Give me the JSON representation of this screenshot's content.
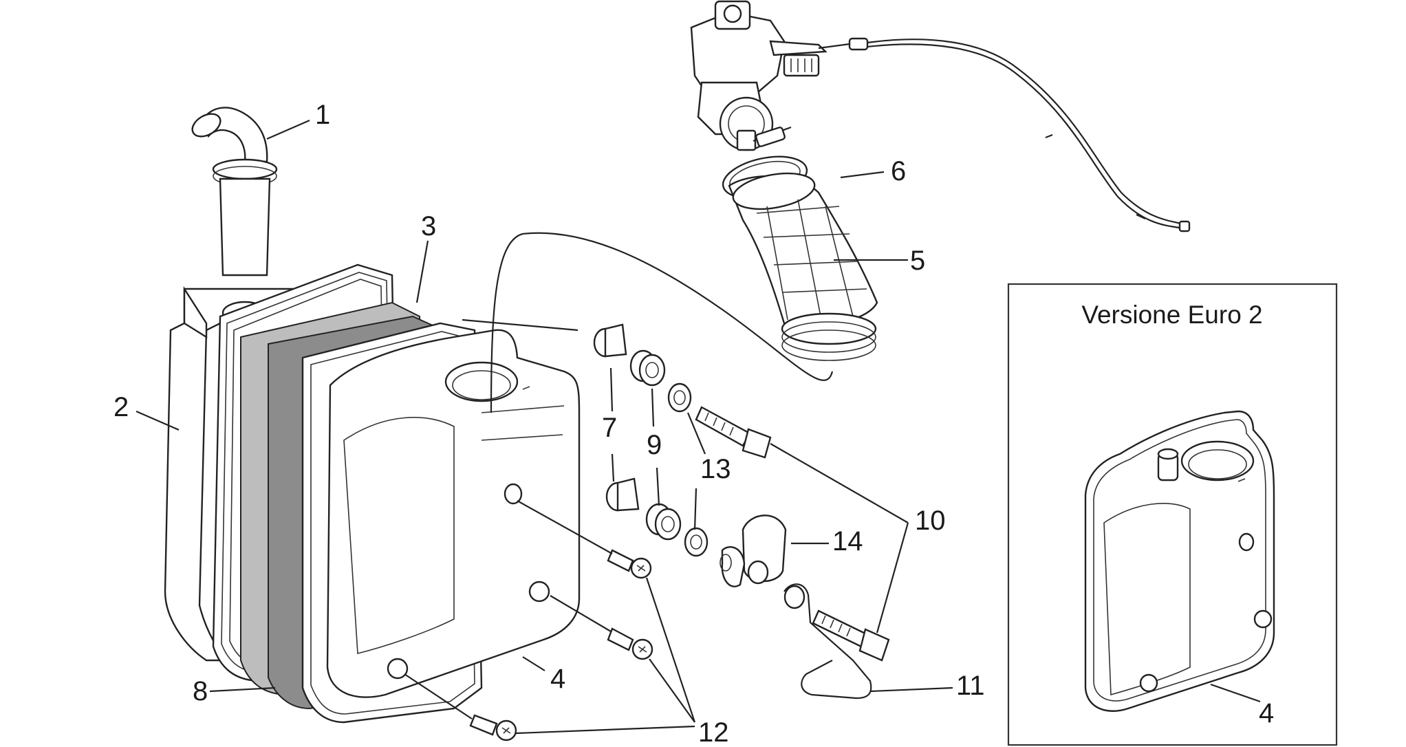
{
  "inset": {
    "title": "Versione Euro 2",
    "callout": "4"
  },
  "callouts": {
    "c1": "1",
    "c2": "2",
    "c3": "3",
    "c4": "4",
    "c5": "5",
    "c6": "6",
    "c7": "7",
    "c8": "8",
    "c9": "9",
    "c10": "10",
    "c11": "11",
    "c12": "12",
    "c13": "13",
    "c14": "14"
  }
}
